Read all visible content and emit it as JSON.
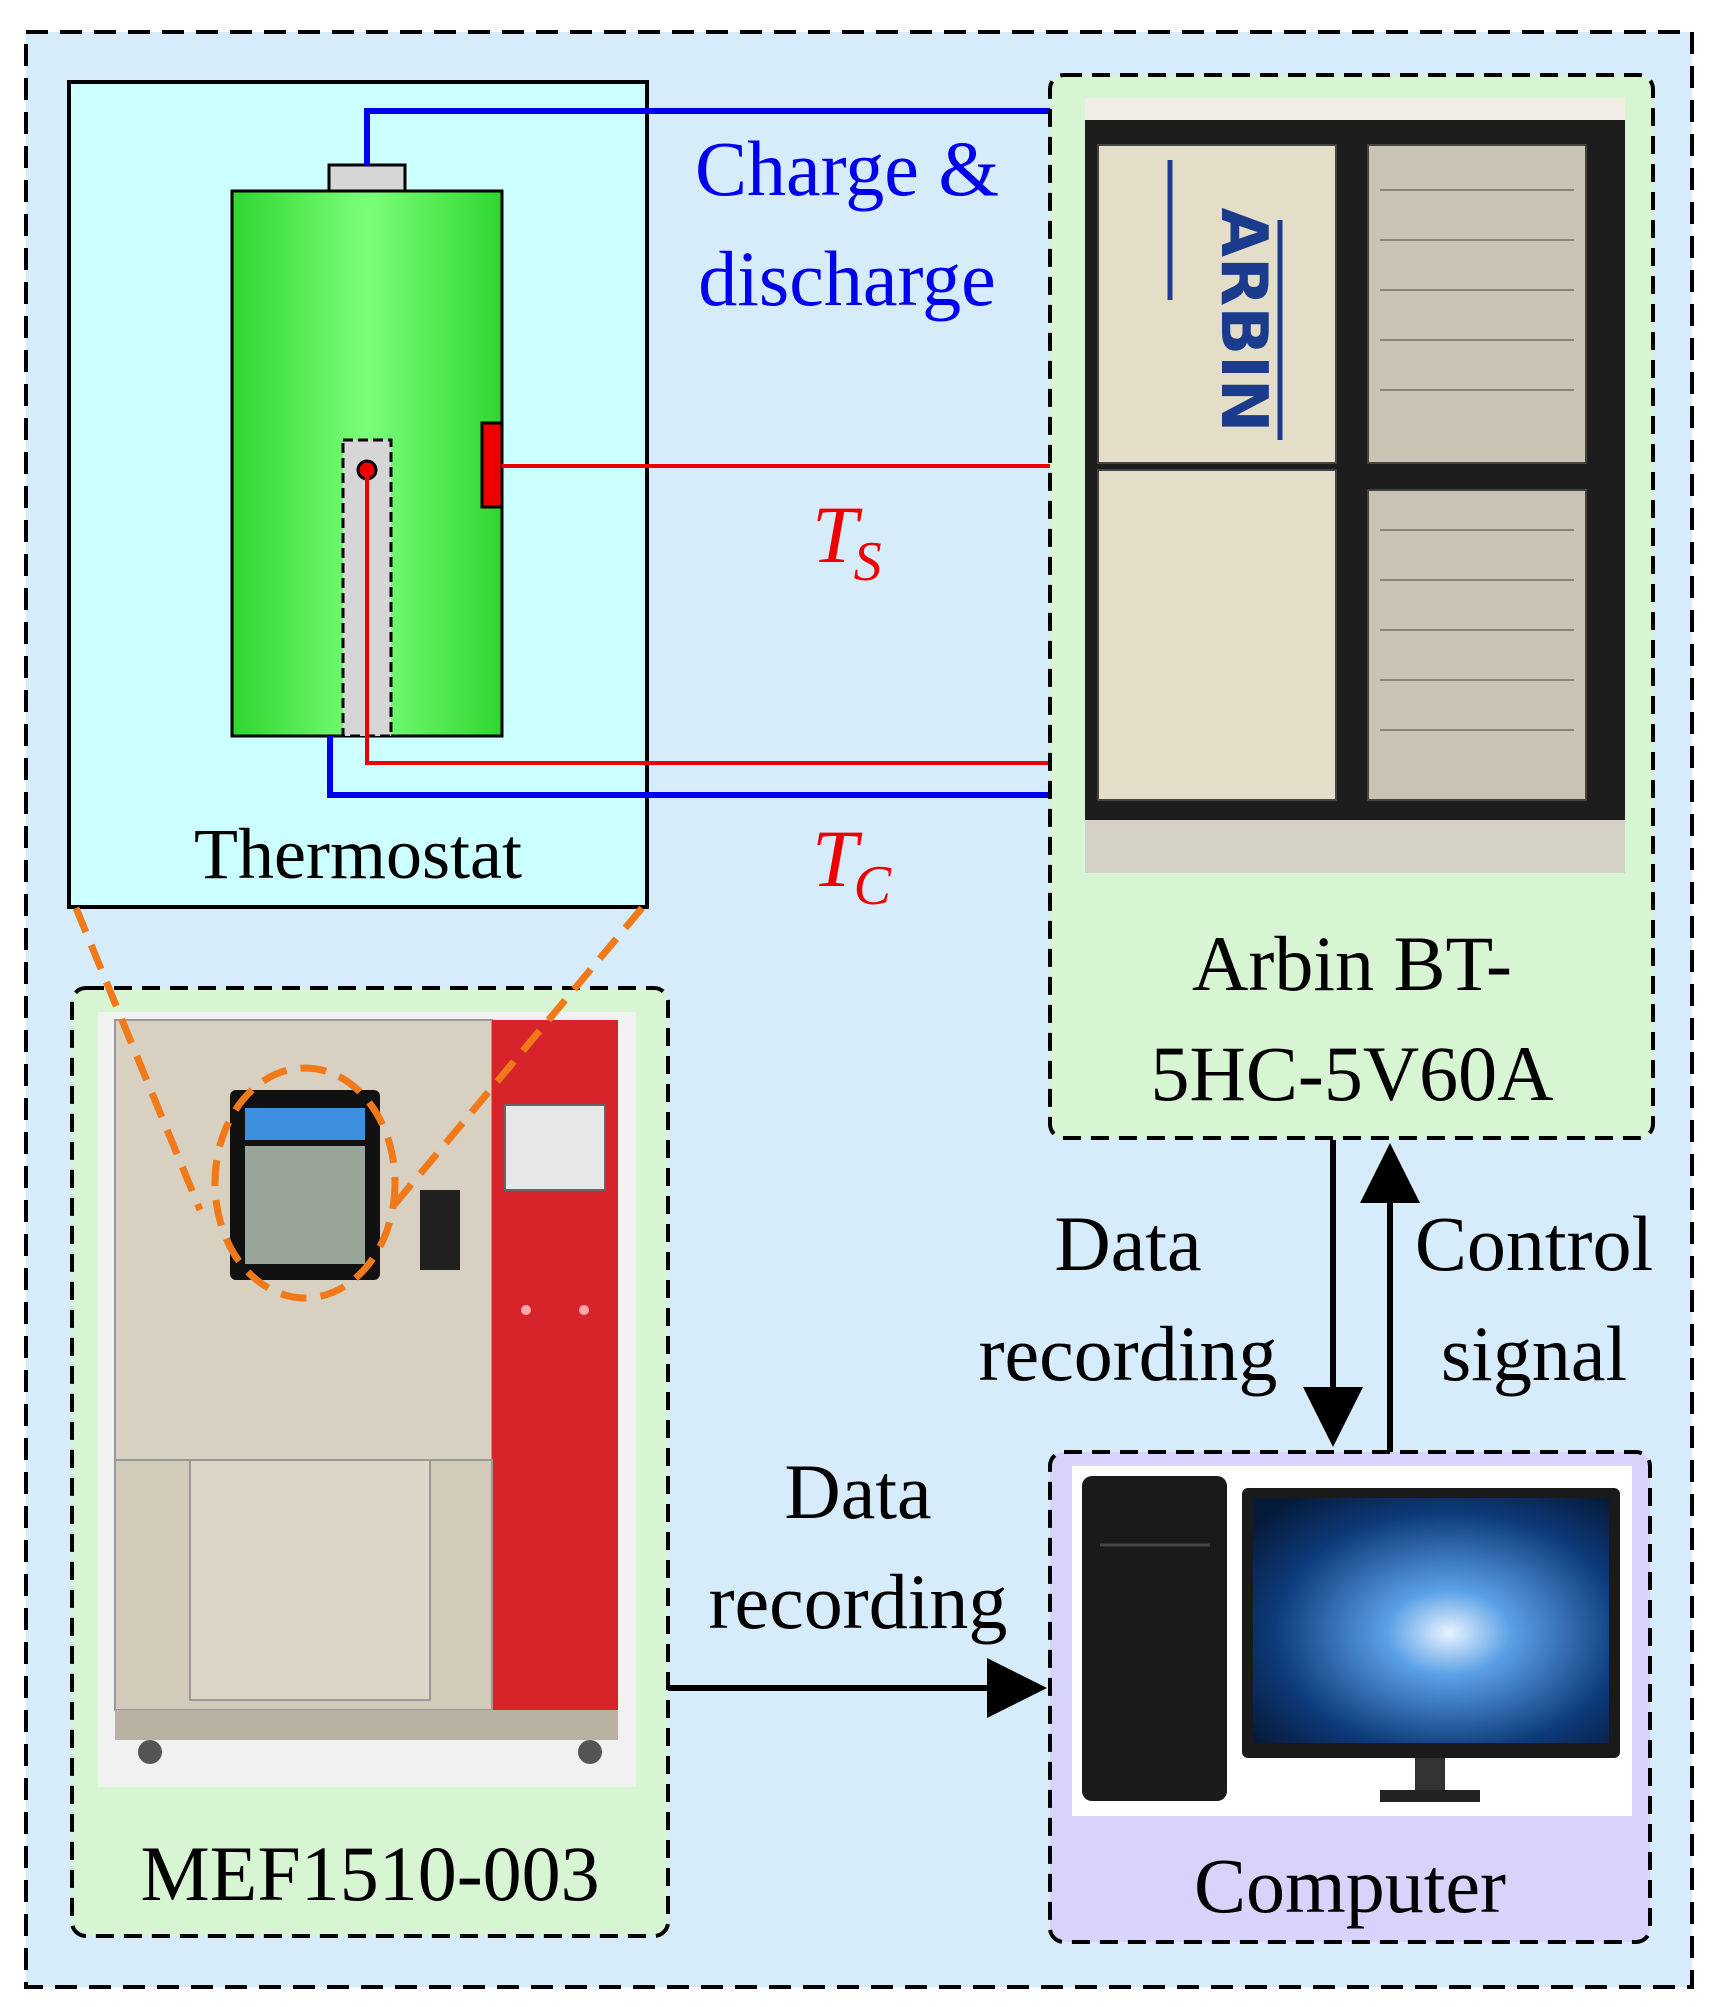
{
  "labels": {
    "charge_line1": "Charge &",
    "charge_line2": "discharge",
    "ts_main": "T",
    "ts_sub": "S",
    "tc_main": "T",
    "tc_sub": "C",
    "thermostat": "Thermostat",
    "arbin_line1": "Arbin BT-",
    "arbin_line2": "5HC-5V60A",
    "mef": "MEF1510-003",
    "computer": "Computer",
    "data_rec1_line1": "Data",
    "data_rec1_line2": "recording",
    "control_line1": "Control",
    "control_line2": "signal",
    "data_rec2_line1": "Data",
    "data_rec2_line2": "recording",
    "arbin_logo": "ARBIN"
  },
  "colors": {
    "outer_bg": "#d7ecfa",
    "thermostat_bg": "#ccffff",
    "green_panel": "#d8f5d3",
    "purple_panel": "#d7d3fa",
    "battery": "#55ee55",
    "blue_wire": "#0000ee",
    "red_wire": "#ee0000",
    "orange_dash": "#f07a1a",
    "label_blue": "#0000ee",
    "label_red": "#ee0000",
    "label_black": "#000000"
  }
}
